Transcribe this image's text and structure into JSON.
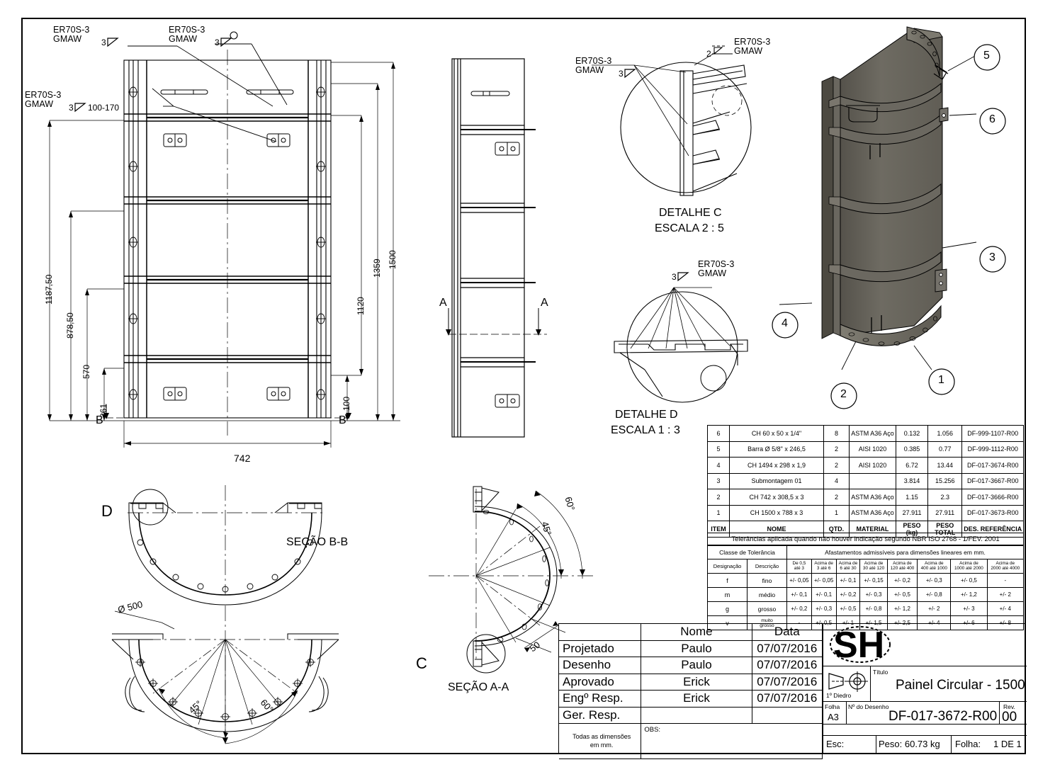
{
  "drawing": {
    "title": "Painel Circular - 1500",
    "number": "DF-017-3672-R00",
    "revision": "00",
    "sheet_size": "A3",
    "weight": "Peso: 60.73 kg",
    "scale_label": "Esc:",
    "sheet_of": "Folha:",
    "sheet_of_value": "1 DE 1",
    "projection_label": "1º Diedro",
    "logo_text": "SH",
    "labels": {
      "titulo": "Título",
      "folha": "Folha",
      "numero": "Nº do Desenho",
      "rev": "Rev."
    }
  },
  "title_block": {
    "headers": [
      "",
      "Nome",
      "Data"
    ],
    "rows": [
      {
        "role": "Projetado",
        "name": "Paulo",
        "date": "07/07/2016"
      },
      {
        "role": "Desenho",
        "name": "Paulo",
        "date": "07/07/2016"
      },
      {
        "role": "Aprovado",
        "name": "Erick",
        "date": "07/07/2016"
      },
      {
        "role": "Engº Resp.",
        "name": "Erick",
        "date": "07/07/2016"
      },
      {
        "role": "Ger. Resp.",
        "name": "",
        "date": ""
      }
    ],
    "note": "Todas as dimensões\nem mm.",
    "obs": "OBS:"
  },
  "bom": {
    "headers": [
      "ITEM",
      "NOME",
      "QTD.",
      "MATERIAL",
      "PESO (kg)",
      "PESO TOTAL",
      "DES. REFERÊNCIA"
    ],
    "rows": [
      {
        "item": "6",
        "nome": "CH 60 x 50 x 1/4\"",
        "qtd": "8",
        "material": "ASTM A36 Aço",
        "peso": "0.132",
        "peso_total": "1.056",
        "ref": "DF-999-1107-R00"
      },
      {
        "item": "5",
        "nome": "Barra Ø 5/8\" x 246,5",
        "qtd": "2",
        "material": "AISI 1020",
        "peso": "0.385",
        "peso_total": "0.77",
        "ref": "DF-999-1112-R00"
      },
      {
        "item": "4",
        "nome": "CH 1494 x 298 x 1,9",
        "qtd": "2",
        "material": "AISI 1020",
        "peso": "6.72",
        "peso_total": "13.44",
        "ref": "DF-017-3674-R00"
      },
      {
        "item": "3",
        "nome": "Submontagem 01",
        "qtd": "4",
        "material": "",
        "peso": "3.814",
        "peso_total": "15.256",
        "ref": "DF-017-3667-R00"
      },
      {
        "item": "2",
        "nome": "CH 742 x 308,5 x 3",
        "qtd": "2",
        "material": "ASTM A36 Aço",
        "peso": "1.15",
        "peso_total": "2.3",
        "ref": "DF-017-3666-R00"
      },
      {
        "item": "1",
        "nome": "CH 1500 x 788 x 3",
        "qtd": "1",
        "material": "ASTM A36 Aço",
        "peso": "27.911",
        "peso_total": "27.911",
        "ref": "DF-017-3673-R00"
      }
    ]
  },
  "tolerance": {
    "note": "Telerâncias aplicada quando não houver indicação segundo NBR ISO 2768 - 1/FEV. 2001",
    "class_label": "Classe de Tolerância",
    "span_label": "Afastamentos admissíveis para dimensões lineares em mm.",
    "col_designacao": "Designação",
    "col_descricao": "Descrição",
    "ranges": [
      "De 0,5\naté 3",
      "Acima de\n3 até 6",
      "Acima de\n6 até 30",
      "Acima de\n30 até 120",
      "Acima de\n120 até 400",
      "Acima de\n400 até 1000",
      "Acima de\n1000 até 2000",
      "Acima de\n2000 até 4000"
    ],
    "rows": [
      {
        "desig": "f",
        "desc": "fino",
        "values": [
          "+/- 0,05",
          "+/- 0,05",
          "+/- 0,1",
          "+/- 0,15",
          "+/- 0,2",
          "+/- 0,3",
          "+/- 0,5",
          "-"
        ]
      },
      {
        "desig": "m",
        "desc": "médio",
        "values": [
          "+/- 0,1",
          "+/- 0,1",
          "+/- 0,2",
          "+/- 0,3",
          "+/- 0,5",
          "+/- 0,8",
          "+/- 1,2",
          "+/- 2"
        ]
      },
      {
        "desig": "g",
        "desc": "grosso",
        "values": [
          "+/- 0,2",
          "+/- 0,3",
          "+/- 0,5",
          "+/- 0,8",
          "+/- 1,2",
          "+/- 2",
          "+/- 3",
          "+/- 4"
        ]
      },
      {
        "desig": "v",
        "desc": "muito\ngrosso",
        "values": [
          "-",
          "+/- 0,5",
          "+/- 1",
          "+/- 1,5",
          "+/- 2,5",
          "+/- 4",
          "+/- 6",
          "+/- 8"
        ]
      }
    ]
  },
  "views": {
    "detail_c": {
      "title": "DETALHE C",
      "scale": "ESCALA 2 : 5"
    },
    "detail_d": {
      "title": "DETALHE D",
      "scale": "ESCALA 1 : 3"
    },
    "section_bb": "SEÇÃO B-B",
    "section_aa": "SEÇÃO A-A",
    "markers": {
      "a": "A",
      "b": "B",
      "c": "C",
      "d": "D"
    }
  },
  "welds": [
    {
      "id": "front-top-left",
      "spec": "ER70S-3\nGMAW",
      "size": "3",
      "extra": ""
    },
    {
      "id": "front-top-right",
      "spec": "ER70S-3\nGMAW",
      "size": "3",
      "extra": ""
    },
    {
      "id": "front-left-mid",
      "spec": "ER70S-3\nGMAW",
      "size": "3",
      "extra": "100-170"
    },
    {
      "id": "detail-c-left",
      "spec": "ER70S-3\nGMAW",
      "size": "3",
      "extra": ""
    },
    {
      "id": "detail-c-top",
      "spec": "ER70S-3\nGMAW",
      "size": "2",
      "extra": ""
    },
    {
      "id": "detail-d",
      "spec": "ER70S-3\nGMAW",
      "size": "3",
      "extra": ""
    }
  ],
  "dimensions": {
    "front_left": [
      "1187,50",
      "878,50",
      "570",
      "261"
    ],
    "front_right": [
      "1500",
      "1359",
      "1120",
      "100"
    ],
    "front_bottom": [
      "742"
    ],
    "section_bb": [
      "Ø 500",
      "45°",
      "60°"
    ],
    "section_aa": [
      "60°",
      "45°",
      "50"
    ]
  },
  "balloons": [
    "5",
    "6",
    "3",
    "4",
    "2",
    "1"
  ],
  "colors": {
    "line": "#000000",
    "paper": "#ffffff",
    "model_light": "#7a766d",
    "model_mid": "#66635b",
    "model_dark": "#4c4941",
    "model_edge": "#8d8a80"
  }
}
